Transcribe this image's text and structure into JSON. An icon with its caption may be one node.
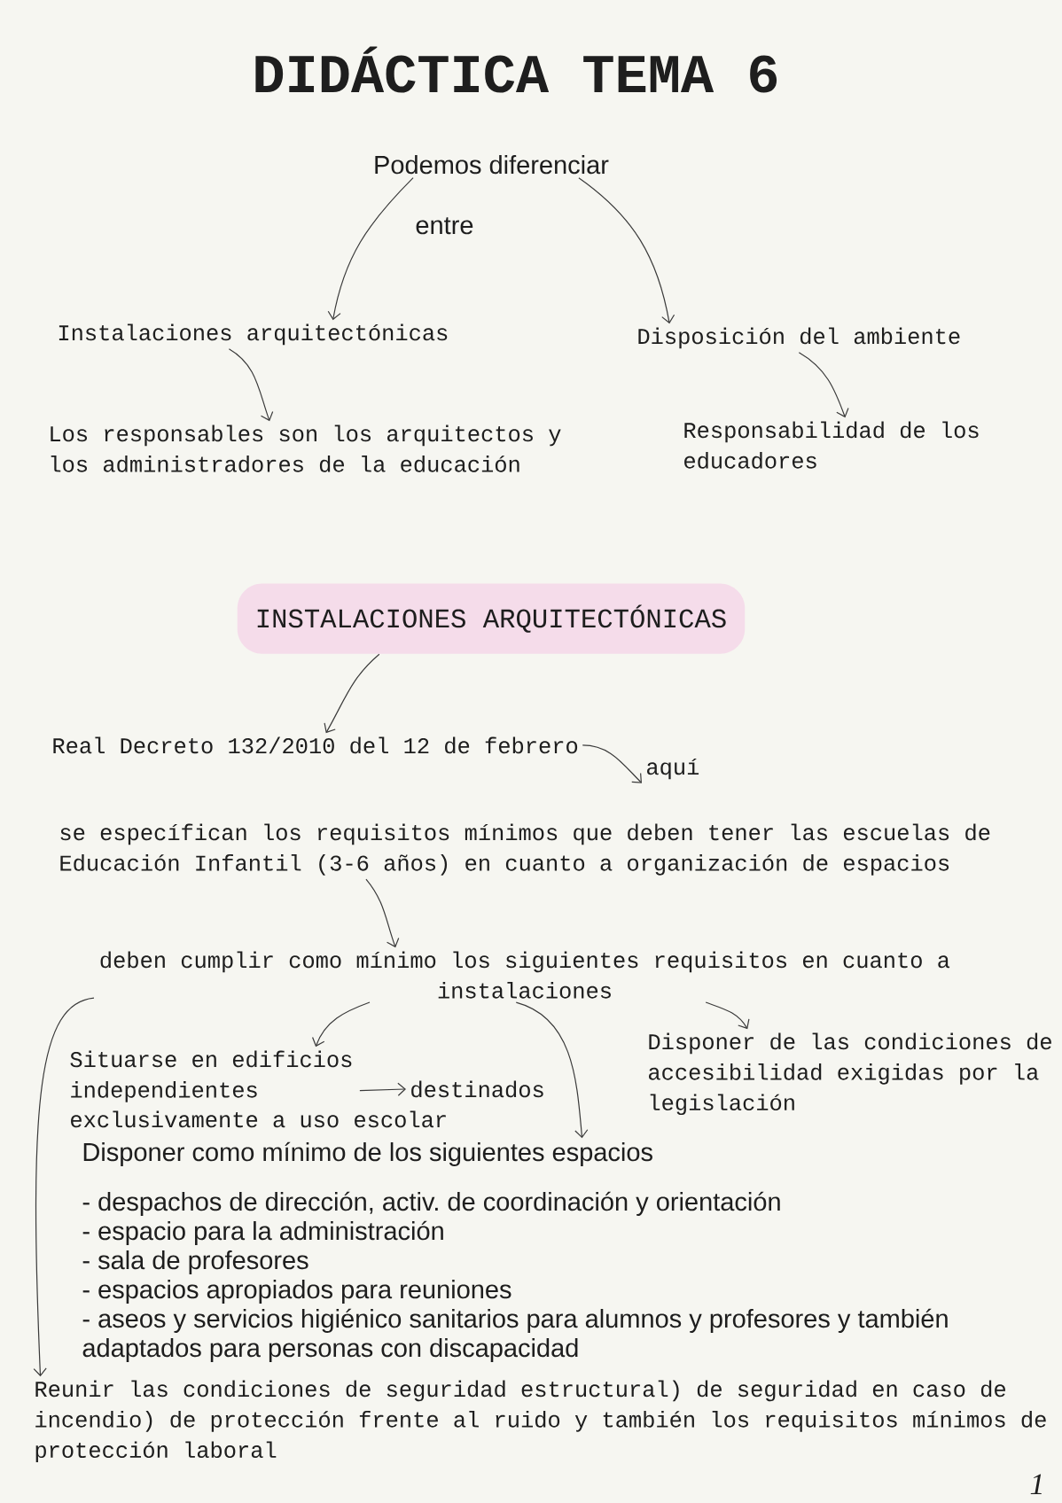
{
  "diagram": {
    "title": "DIDÁCTICA TEMA 6",
    "nodes": [
      {
        "text": [
          "Podemos diferenciar"
        ]
      },
      {
        "text": [
          "Instalaciones arquitectónicas"
        ]
      },
      {
        "text": [
          "Disposición del ambiente"
        ]
      },
      {
        "text": [
          "Los responsables son los arquitectos y los administradores de la educación"
        ]
      },
      {
        "text": [
          "Responsabilidad de los educadores"
        ]
      },
      {
        "text": [
          "INSTALACIONES ARQUITECTÓNICAS"
        ]
      },
      {
        "text": [
          "Real Decreto 132/2010 del 12 de febrero"
        ]
      },
      {
        "text": [
          "aquí"
        ]
      },
      {
        "text": [
          "se específican los requisitos mínimos que deben tener las escuelas de Educación Infantil (3-6 años) en cuanto a organización de espacios"
        ]
      },
      {
        "text": [
          "deben cumplir como mínimo los siguientes requisitos en cuanto a instalaciones"
        ]
      },
      {
        "text": [
          "Situarse en edificios independientes"
        ]
      },
      {
        "text": [
          "destinados"
        ]
      },
      {
        "text": [
          "Disponer de las condiciones de accesibilidad exigidas por la legislación"
        ]
      },
      {
        "text": [
          "Disponer como mínimo de los siguientes espacios"
        ]
      },
      {
        "text": [
          "Reunir las condiciones de seguridad estructural) de seguridad en caso de incendio) de protección frente al ruido y también los requisitos mínimos de protección laboral"
        ]
      }
    ],
    "edges": [
      {
        "from": 0,
        "to": 1,
        "arrow": "to"
      },
      {
        "from": 0,
        "to": 2,
        "arrow": "to"
      },
      {
        "from": 1,
        "to": 3,
        "arrow": "to"
      },
      {
        "from": 2,
        "to": 4,
        "arrow": "to"
      },
      {
        "from": 5,
        "to": 6,
        "arrow": "to"
      },
      {
        "from": 6,
        "to": 7,
        "arrow": "to"
      },
      {
        "from": 8,
        "to": 9,
        "arrow": "to"
      },
      {
        "from": 9,
        "to": 10,
        "arrow": "to"
      },
      {
        "from": 9,
        "to": 13,
        "arrow": "to"
      },
      {
        "from": 9,
        "to": 12,
        "arrow": "to"
      },
      {
        "from": 10,
        "to": 11,
        "arrow": "to"
      },
      {
        "from": 9,
        "to": 14,
        "arrow": "to"
      }
    ],
    "labels": [
      "entre",
      "exclusivamente a uso escolar",
      "- despachos de dirección, activ. de coordinación y orientación",
      "- espacio para la administración",
      "- sala de profesores",
      "- espacios apropiados para reuniones",
      "- aseos y servicios higiénico sanitarios para alumnos y profesores y también adaptados para personas con discapacidad",
      "1"
    ]
  }
}
